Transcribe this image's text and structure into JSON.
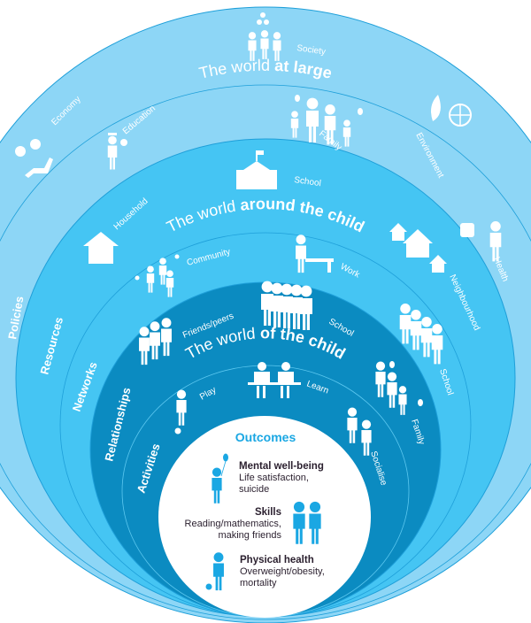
{
  "colors": {
    "outer": "#8dd6f6",
    "middle": "#45c5f3",
    "inner": "#0b8bc1",
    "core": "#ffffff",
    "lines": "#1e9fd9",
    "accent": "#1aa7e3"
  },
  "rings": {
    "large": {
      "title_regular": "The world ",
      "title_bold": "at large",
      "labels": [
        "Society",
        "Economy",
        "Education",
        "Family",
        "Environment",
        "Health",
        "Policies",
        "Resources"
      ]
    },
    "around": {
      "title_regular": "The world ",
      "title_bold": "around the child",
      "labels": [
        "School",
        "Household",
        "Community",
        "Work",
        "Neighbourhood",
        "Networks"
      ]
    },
    "of": {
      "title_regular": "The world ",
      "title_bold": "of the child",
      "labels": [
        "Friends/peers",
        "School",
        "School",
        "Relationships",
        "Play",
        "Learn",
        "Family",
        "Activities",
        "Socialise"
      ]
    }
  },
  "outcomes": {
    "title": "Outcomes",
    "items": [
      {
        "heading": "Mental well-being",
        "line1": "Life satisfaction,",
        "line2": "suicide"
      },
      {
        "heading": "Skills",
        "line1": "Reading/mathematics,",
        "line2": "making friends"
      },
      {
        "heading": "Physical health",
        "line1": "Overweight/obesity,",
        "line2": "mortality"
      }
    ]
  }
}
